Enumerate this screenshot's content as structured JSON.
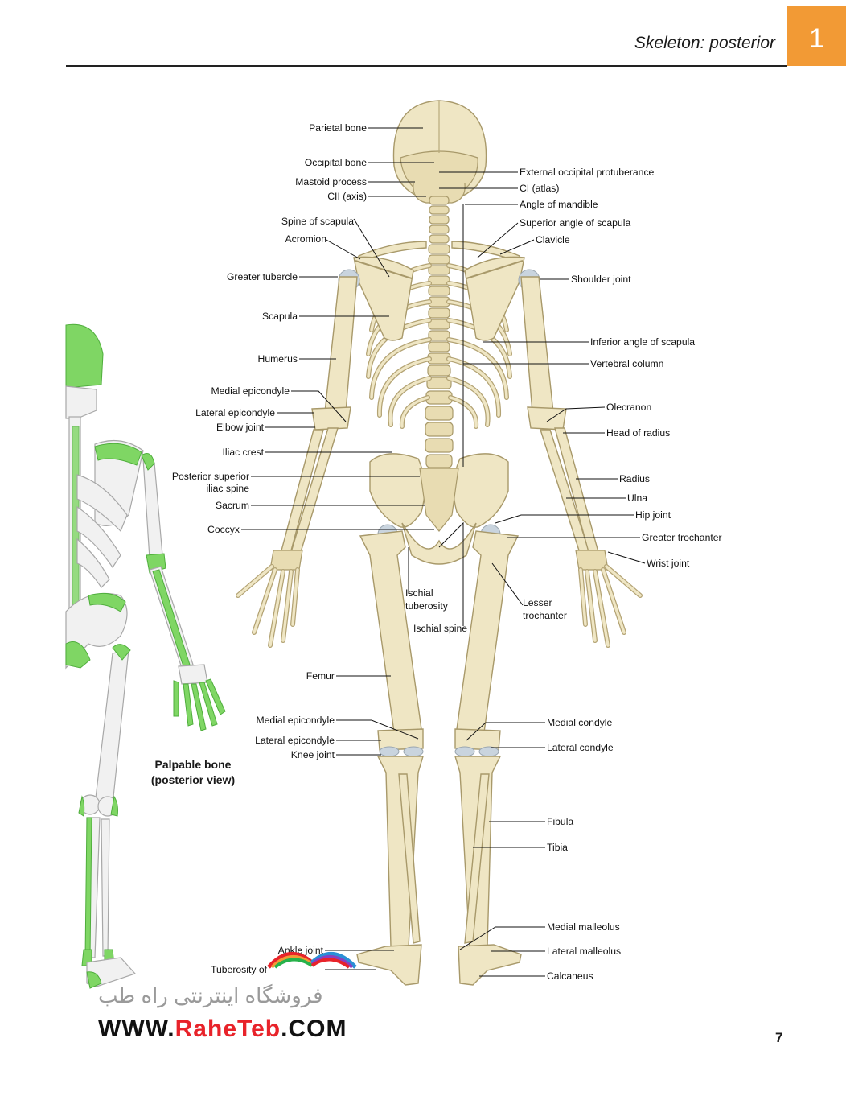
{
  "header": {
    "title": "Skeleton: posterior",
    "chapter": "1"
  },
  "page_number": "7",
  "labels_left": [
    "Parietal bone",
    "Occipital bone",
    "Mastoid process",
    "CII (axis)",
    "Spine of scapula",
    "Acromion",
    "Greater tubercle",
    "Scapula",
    "Humerus",
    "Medial epicondyle",
    "Lateral epicondyle",
    "Elbow joint",
    "Iliac crest",
    "Posterior superior",
    "iliac spine",
    "Sacrum",
    "Coccyx",
    "Femur",
    "Medial epicondyle",
    "Lateral epicondyle",
    "Knee joint",
    "Ankle joint",
    "Tuberosity of"
  ],
  "labels_right": [
    "External occipital protuberance",
    "CI (atlas)",
    "Angle of mandible",
    "Superior angle of scapula",
    "Clavicle",
    "Shoulder joint",
    "Inferior angle of scapula",
    "Vertebral column",
    "Olecranon",
    "Head of radius",
    "Radius",
    "Ulna",
    "Hip joint",
    "Greater trochanter",
    "Wrist joint",
    "Medial condyle",
    "Lateral condyle",
    "Fibula",
    "Tibia",
    "Medial malleolus",
    "Lateral malleolus",
    "Calcaneus"
  ],
  "labels_center": [
    "Ischial",
    "tuberosity",
    "Ischial spine",
    "Lesser",
    "trochanter"
  ],
  "inset": {
    "title_line1": "Palpable bone",
    "title_line2": "(posterior view)"
  },
  "watermark": {
    "persian": "فروشگاه اینترنتی راه طب",
    "url_prefix": "WWW.",
    "url_brand": "RaheTeb",
    "url_suffix": ".COM"
  },
  "colors": {
    "accent": "#f29a35",
    "bone": "#efe6c4",
    "palpable": "#7fd664",
    "watermark_red": "#e8232a"
  }
}
